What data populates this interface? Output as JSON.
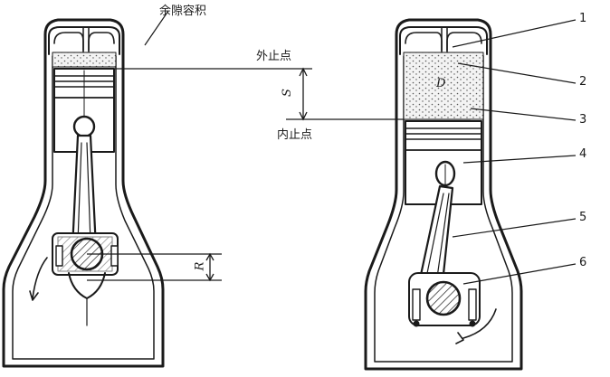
{
  "labels": {
    "clearance_volume": "余隙容积",
    "outer_dead_center": "外止点",
    "inner_dead_center": "内止点",
    "stroke": "S",
    "crank_radius": "R",
    "bore": "D"
  },
  "callouts": [
    "1",
    "2",
    "3",
    "4",
    "5",
    "6"
  ],
  "colors": {
    "ink": "#1a1a1a",
    "paper": "#ffffff",
    "stipple": "#555555"
  }
}
